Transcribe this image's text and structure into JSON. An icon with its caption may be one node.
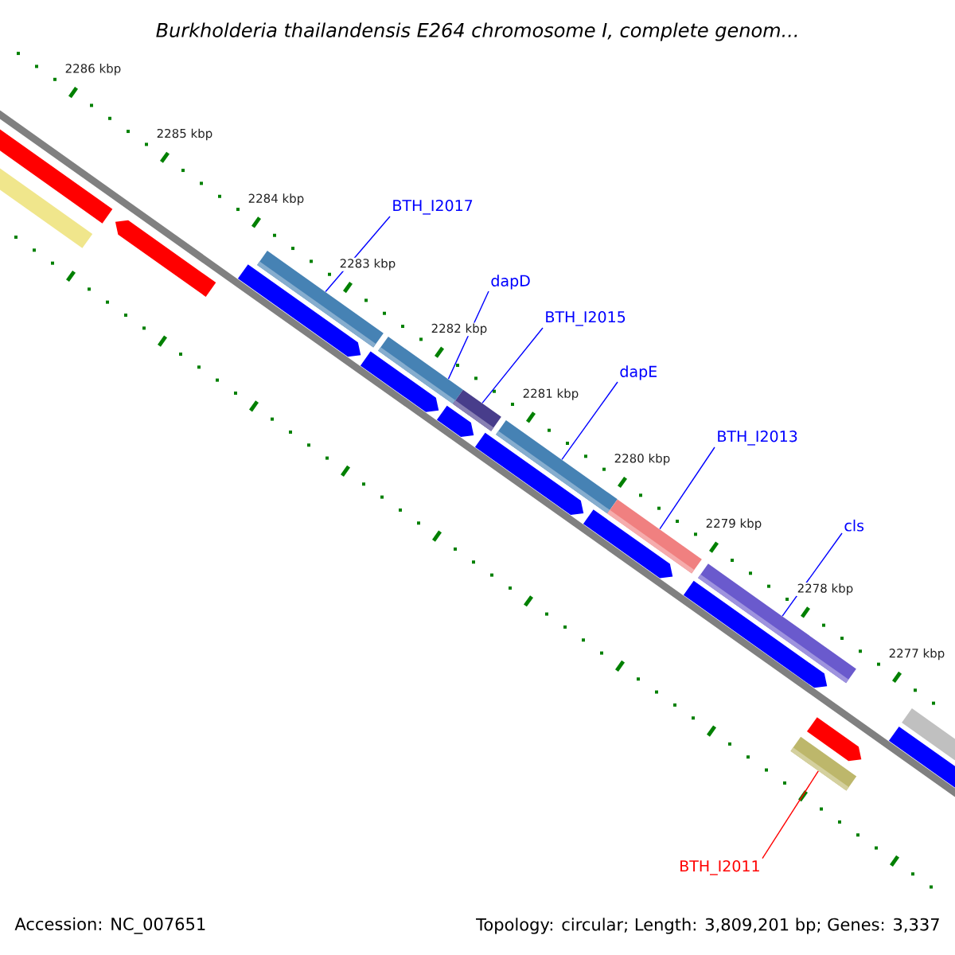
{
  "diagram": {
    "title": "Burkholderia thailandensis E264 chromosome I, complete genom...",
    "nodes": [
      {
        "text": [
          "BTH_I2017"
        ]
      },
      {
        "text": [],
        "shape": "bar"
      },
      {
        "text": [
          "dapD"
        ]
      },
      {
        "text": [],
        "shape": "bar"
      },
      {
        "text": [
          "BTH_I2015"
        ]
      },
      {
        "text": [],
        "shape": "bar"
      },
      {
        "text": [
          "dapE"
        ]
      },
      {
        "text": [],
        "shape": "bar"
      },
      {
        "text": [
          "BTH_I2013"
        ]
      },
      {
        "text": [],
        "shape": "bar"
      },
      {
        "text": [
          "cls"
        ]
      },
      {
        "text": [],
        "shape": "bar"
      },
      {
        "text": [
          "BTH_I2011"
        ]
      },
      {
        "text": [],
        "shape": "bar"
      }
    ],
    "edges": [
      {
        "from": 0,
        "to": 1,
        "arrow": "none"
      },
      {
        "from": 2,
        "to": 3,
        "arrow": "none"
      },
      {
        "from": 4,
        "to": 5,
        "arrow": "none"
      },
      {
        "from": 6,
        "to": 7,
        "arrow": "none"
      },
      {
        "from": 8,
        "to": 9,
        "arrow": "none"
      },
      {
        "from": 10,
        "to": 11,
        "arrow": "none"
      },
      {
        "from": 12,
        "to": 13,
        "arrow": "none",
        "color": "#ff0000"
      }
    ],
    "labels": [
      "2286 kbp",
      "2285 kbp",
      "2284 kbp",
      "2283 kbp",
      "2282 kbp",
      "2281 kbp",
      "2280 kbp",
      "2279 kbp",
      "2278 kbp",
      "2277 kbp",
      "Accession: NC_007651",
      "Topology: circular; Length: 3,809,201 bp; Genes: 3,337"
    ]
  }
}
